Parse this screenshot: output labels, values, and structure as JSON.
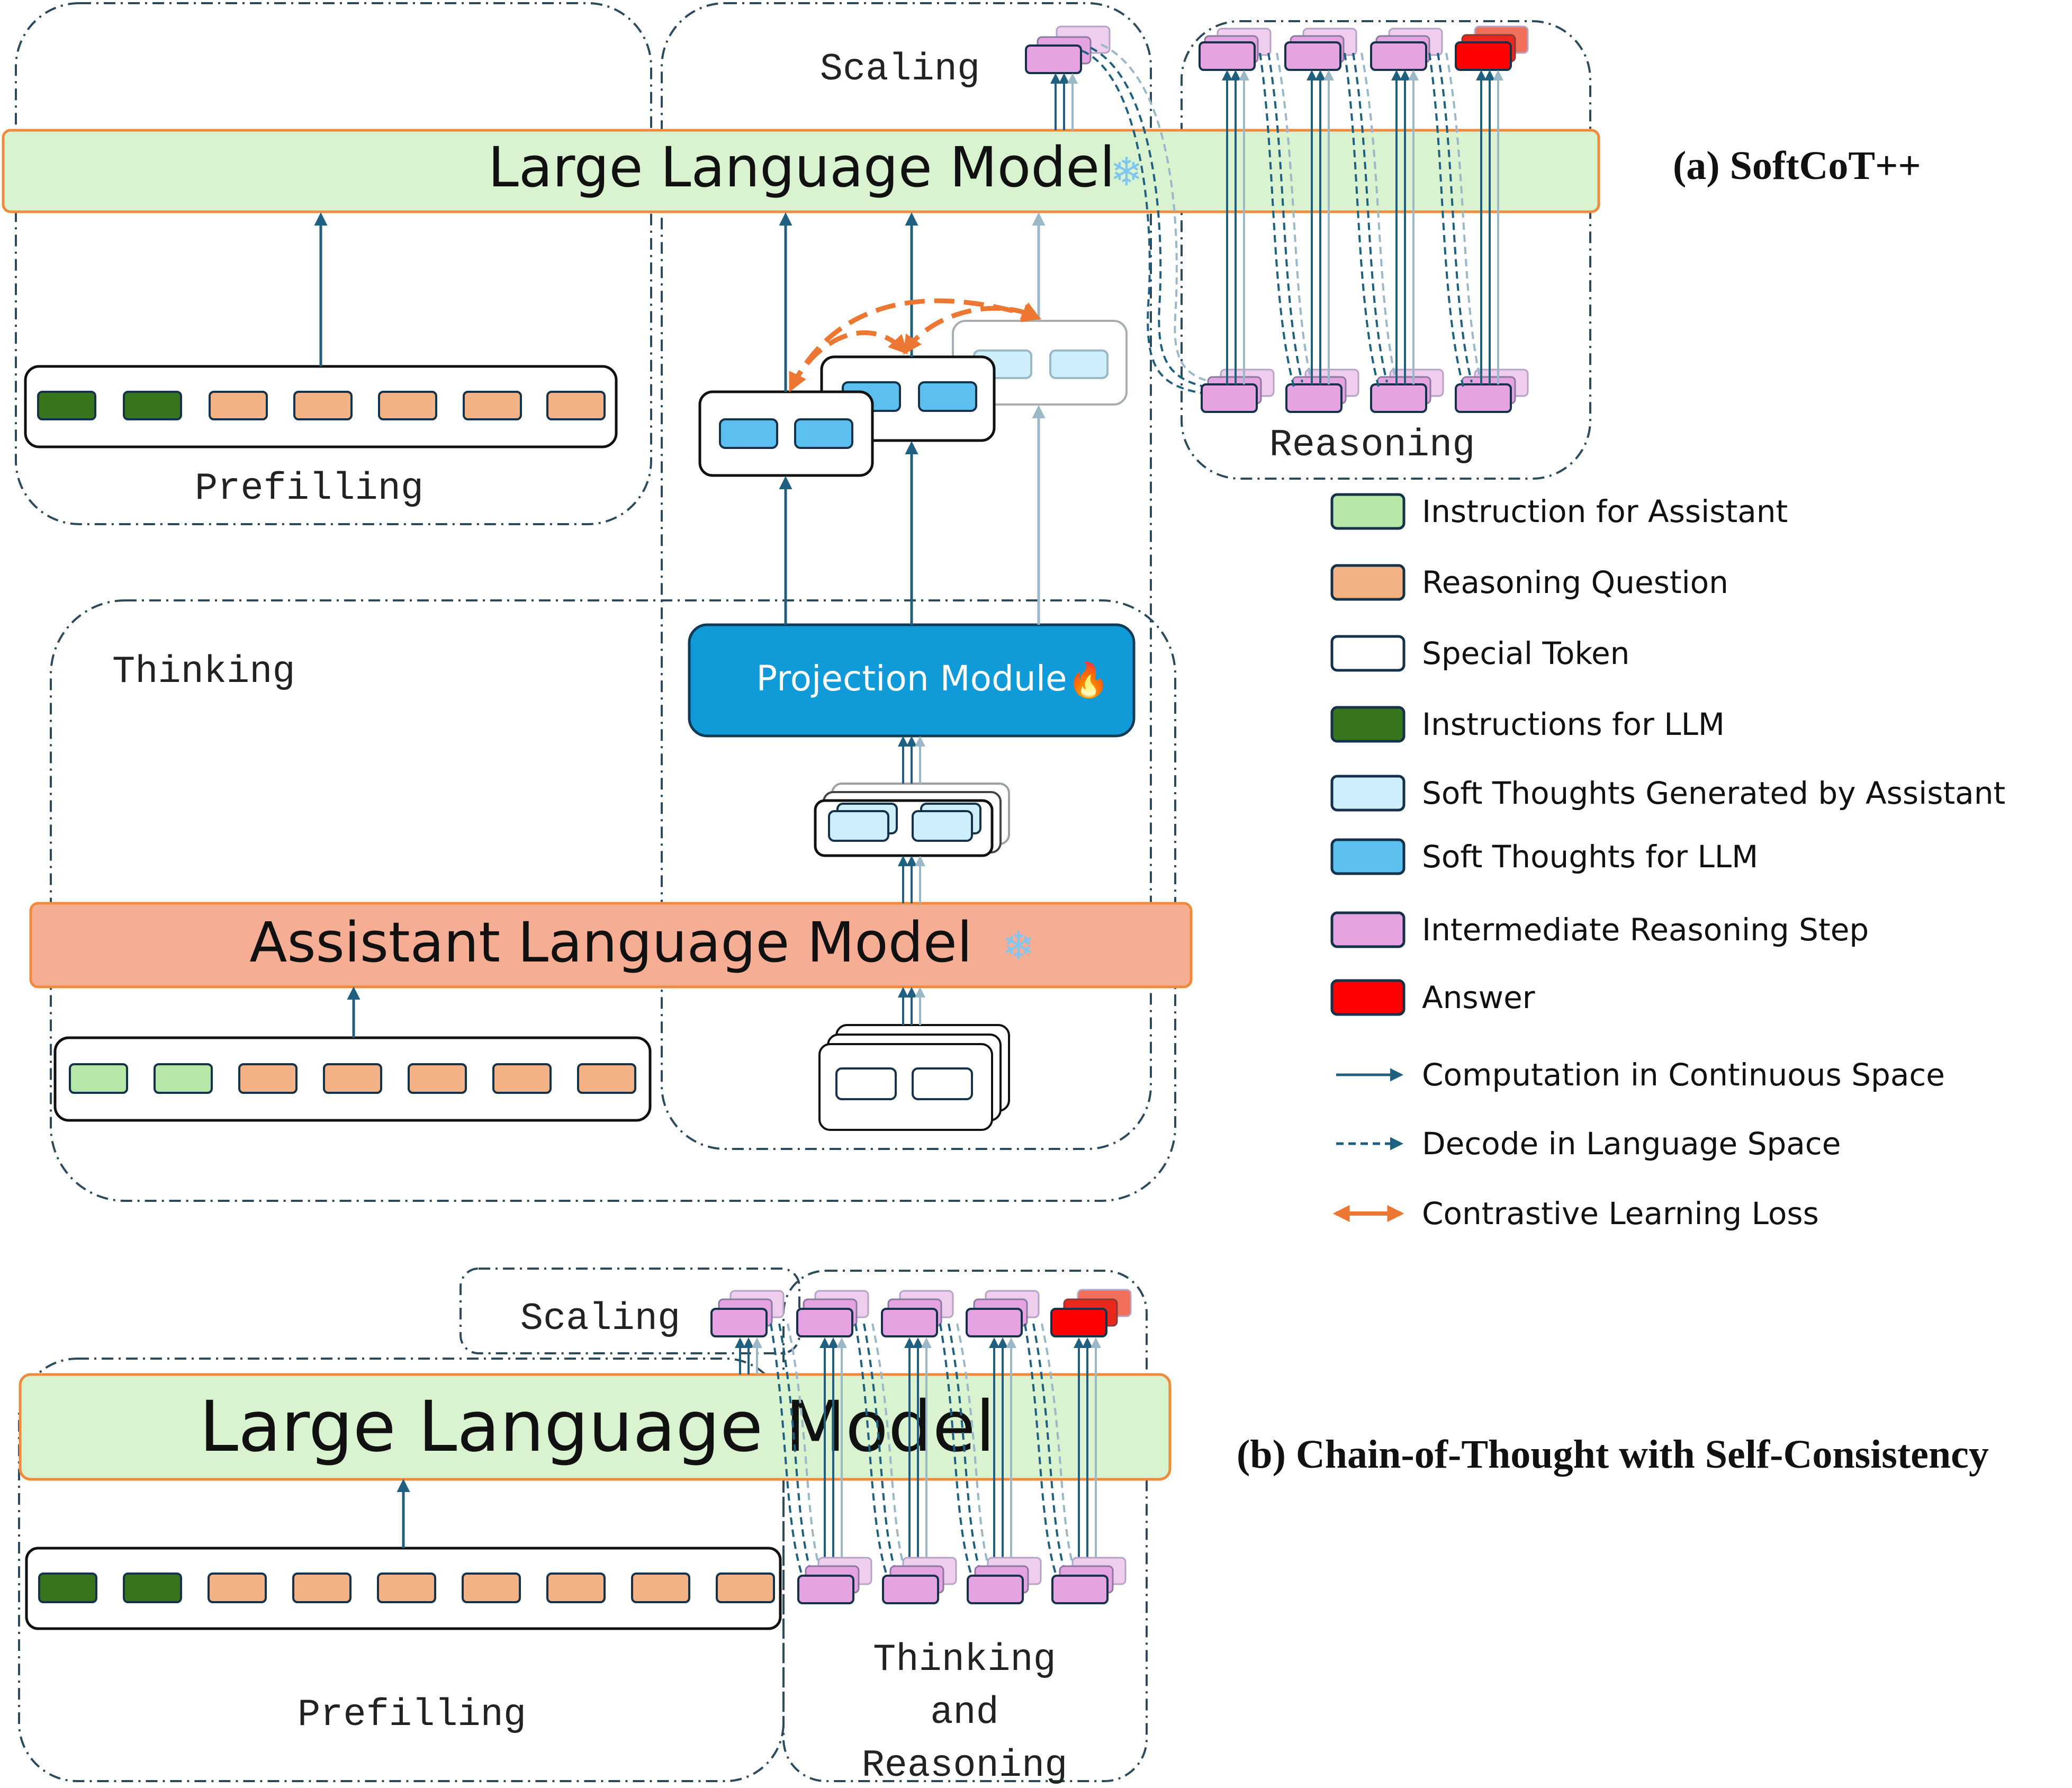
{
  "part_a": {
    "caption": "(a) SoftCoT++",
    "llm_label": "Large Language Model",
    "assistant_label": "Assistant Language Model",
    "projection_label": "Projection Module",
    "regions": {
      "scaling": "Scaling",
      "reasoning": "Reasoning",
      "prefilling": "Prefilling",
      "thinking": "Thinking"
    }
  },
  "part_b": {
    "caption": "(b) Chain-of-Thought with Self-Consistency",
    "llm_label": "Large Language Model",
    "regions": {
      "scaling": "Scaling",
      "prefilling": "Prefilling",
      "thinking_reasoning": [
        "Thinking",
        "and",
        "Reasoning"
      ]
    }
  },
  "legend": [
    {
      "label": "Instruction for Assistant",
      "kind": "box",
      "fill": "#b6e7a6"
    },
    {
      "label": "Reasoning Question",
      "kind": "box",
      "fill": "#f4b183"
    },
    {
      "label": "Special Token",
      "kind": "box",
      "fill": "#ffffff"
    },
    {
      "label": "Instructions for LLM",
      "kind": "box",
      "fill": "#38761d"
    },
    {
      "label": "Soft Thoughts Generated by Assistant",
      "kind": "box",
      "fill": "#cdeefb"
    },
    {
      "label": "Soft Thoughts for LLM",
      "kind": "box",
      "fill": "#5bc0ef"
    },
    {
      "label": "Intermediate Reasoning Step",
      "kind": "box",
      "fill": "#e6a3e1"
    },
    {
      "label": "Answer",
      "kind": "box",
      "fill": "#ff0000"
    },
    {
      "label": "Computation in Continuous Space",
      "kind": "solid-arrow"
    },
    {
      "label": "Decode in Language Space",
      "kind": "dashed-arrow"
    },
    {
      "label": "Contrastive Learning Loss",
      "kind": "double-arrow"
    }
  ],
  "colors": {
    "llm_fill": "#d9f2d0",
    "llm_border": "#f08a3c",
    "assistant_fill": "#f5ae94",
    "projection_fill": "#109bd8",
    "arrow": "#1f5f80",
    "region_border": "#2c4a5c",
    "contrastive": "#ec7733"
  },
  "icons": [
    "snowflake-icon",
    "fire-icon"
  ]
}
